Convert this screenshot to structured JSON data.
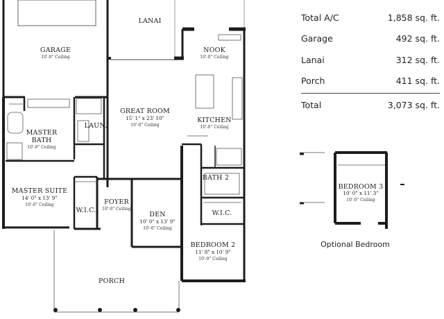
{
  "rooms": {
    "garage": {
      "name": "GARAGE",
      "ceiling": "10'-0\" Ceiling"
    },
    "lanai": {
      "name": "LANAI"
    },
    "nook": {
      "name": "NOOK",
      "ceiling": "10'-0\" Ceiling"
    },
    "great_room": {
      "name": "GREAT ROOM",
      "dims": "15' 1\" x 23' 10\"",
      "ceiling": "10'-0\" Ceiling"
    },
    "kitchen": {
      "name": "KITCHEN",
      "ceiling": "10'-0\" Ceiling"
    },
    "laundry": {
      "name": "LAUN."
    },
    "master_bath_line1": {
      "name": "MASTER"
    },
    "master_bath_line2": {
      "name": "BATH",
      "ceiling": "10'-0\" Ceiling"
    },
    "master_suite": {
      "name": "MASTER SUITE",
      "dims": "14' 0\" x 13' 9\"",
      "ceiling": "10'-0\" Ceiling"
    },
    "wic_master": {
      "name": "W.I.C."
    },
    "foyer": {
      "name": "FOYER",
      "ceiling": "10'-0\" Ceiling"
    },
    "den": {
      "name": "DEN",
      "dims": "10' 0\" x 13' 9\"",
      "ceiling": "10'-0\" Ceiling"
    },
    "bath2": {
      "name": "BATH 2"
    },
    "wic_bed2": {
      "name": "W.I.C."
    },
    "bedroom2": {
      "name": "BEDROOM 2",
      "dims": "11' 8\" x 10' 9\"",
      "ceiling": "10'-0\" Ceiling"
    },
    "porch": {
      "name": "PORCH"
    },
    "bedroom3": {
      "name": "BEDROOM 3",
      "dims": "10' 0\" x 11' 3\"",
      "ceiling": "10'-0\" Ceiling"
    }
  },
  "optional_caption": "Optional Bedroom",
  "square_footage": {
    "rows": [
      {
        "label": "Total A/C",
        "value": "1,858 sq. ft."
      },
      {
        "label": "Garage",
        "value": "492 sq. ft."
      },
      {
        "label": "Lanai",
        "value": "312 sq. ft."
      },
      {
        "label": "Porch",
        "value": "411 sq. ft."
      }
    ],
    "total": {
      "label": "Total",
      "value": "3,073 sq. ft."
    }
  },
  "colors": {
    "wall": "#1c1c1c",
    "thin_line": "#555555",
    "background": "#ffffff"
  }
}
